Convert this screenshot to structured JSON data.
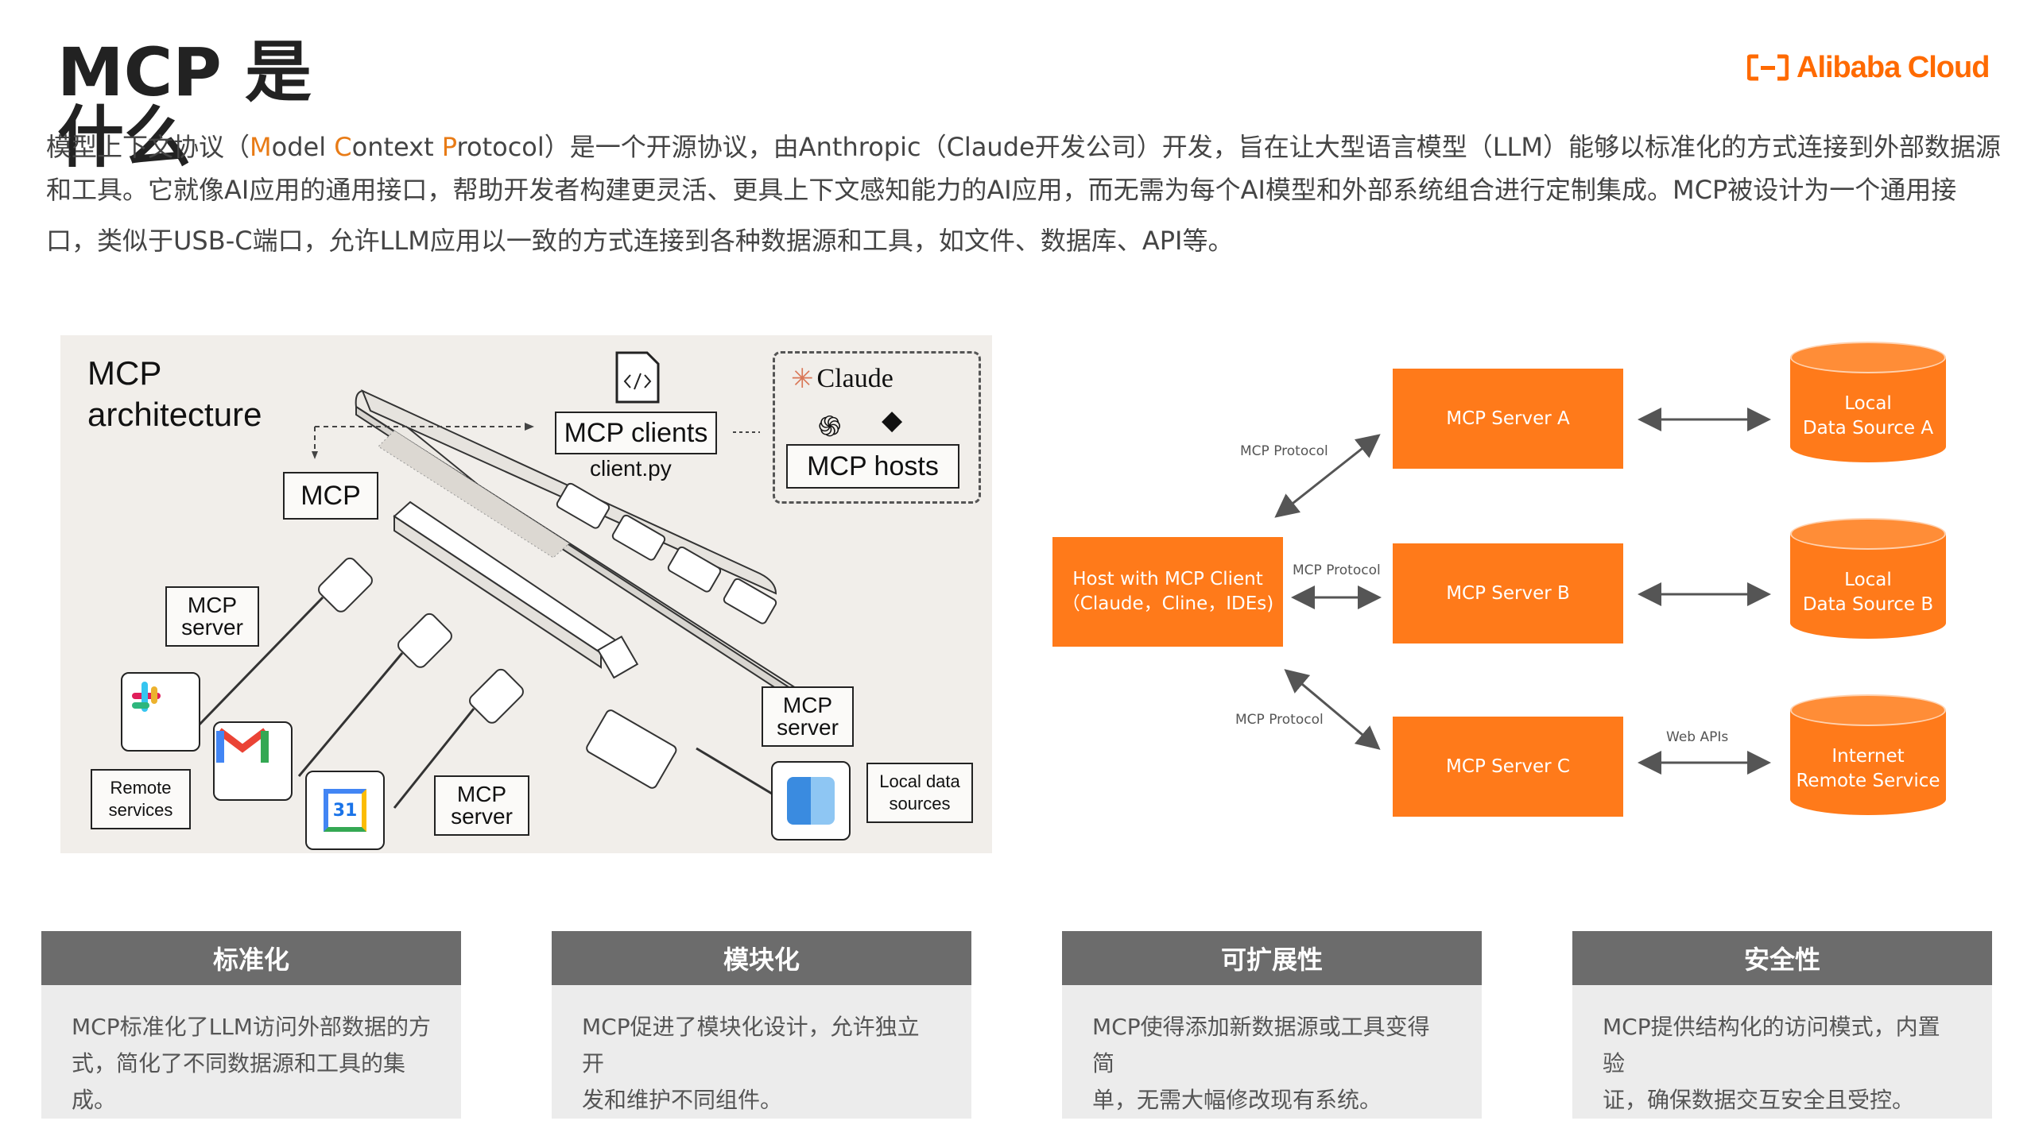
{
  "page": {
    "title": "MCP 是什么",
    "logo_text": "Alibaba Cloud",
    "brand_color": "#ff6a00"
  },
  "intro": {
    "line1_a": "模型上下文协议（",
    "M": "M",
    "odel": "odel ",
    "C": "C",
    "ontext": "ontext ",
    "P": "P",
    "rotocol": "rotocol",
    "line1_b": "）是一个开源协议，由Anthropic（Claude开发公司）开发，旨在让大型语言模型（LLM）能够以标准化的方式连接到外部数据源",
    "line2": "和工具。它就像AI应用的通用接口，帮助开发者构建更灵活、更具上下文感知能力的AI应用，而无需为每个AI模型和外部系统组合进行定制集成。MCP被设计为一个通用接",
    "line3": "口，类似于USB-C端口，允许LLM应用以一致的方式连接到各种数据源和工具，如文件、数据库、API等。"
  },
  "architecture": {
    "title_line1": "MCP",
    "title_line2": "architecture",
    "mcp_label": "MCP",
    "clients_label": "MCP clients",
    "client_file": "client.py",
    "claude_label": "Claude",
    "hosts_label": "MCP hosts",
    "server_label_1a": "MCP",
    "server_label_1b": "server",
    "server_label_2a": "MCP",
    "server_label_2b": "server",
    "server_label_3a": "MCP",
    "server_label_3b": "server",
    "remote_a": "Remote",
    "remote_b": "services",
    "local_a": "Local data",
    "local_b": "sources",
    "calendar_day": "31"
  },
  "diagram": {
    "host_line1": "Host with MCP Client",
    "host_line2": "（Claude，Cline，IDEs)",
    "server_a": "MCP Server A",
    "server_b": "MCP Server B",
    "server_c": "MCP Server C",
    "ds_a_1": "Local",
    "ds_a_2": "Data Source A",
    "ds_b_1": "Local",
    "ds_b_2": "Data Source B",
    "rs_1": "Internet",
    "rs_2": "Remote Service",
    "protocol_label": "MCP Protocol",
    "web_apis": "Web APIs"
  },
  "cards": [
    {
      "title": "标准化",
      "l1": "MCP标准化了LLM访问外部数据的方",
      "l2": "式，简化了不同数据源和工具的集成。"
    },
    {
      "title": "模块化",
      "l1": "MCP促进了模块化设计，允许独立开",
      "l2": "发和维护不同组件。"
    },
    {
      "title": "可扩展性",
      "l1": "MCP使得添加新数据源或工具变得简",
      "l2": "单，无需大幅修改现有系统。"
    },
    {
      "title": "安全性",
      "l1": "MCP提供结构化的访问模式，内置验",
      "l2": "证，确保数据交互安全且受控。"
    }
  ]
}
